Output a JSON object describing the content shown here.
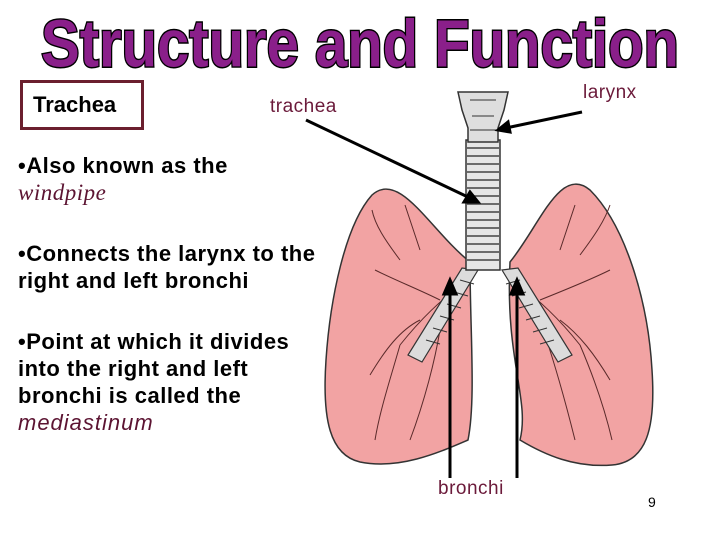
{
  "title": "Structure and Function",
  "term": "Trachea",
  "bullets": {
    "b1_text": "•Also known as the",
    "b1_em": "windpipe",
    "b2_text": "•Connects the larynx to the right and left bronchi",
    "b3_text": "•Point at which it divides into the right and left bronchi is called the",
    "b3_em": "mediastinum"
  },
  "labels": {
    "trachea": "trachea",
    "larynx": "larynx",
    "bronchi": "bronchi"
  },
  "page_number": "9",
  "colors": {
    "title_fill": "#8a1f8a",
    "title_stroke": "#000000",
    "box_border": "#6b1f2e",
    "label_color": "#6b1a3a",
    "lung_fill": "#f2a3a3"
  }
}
